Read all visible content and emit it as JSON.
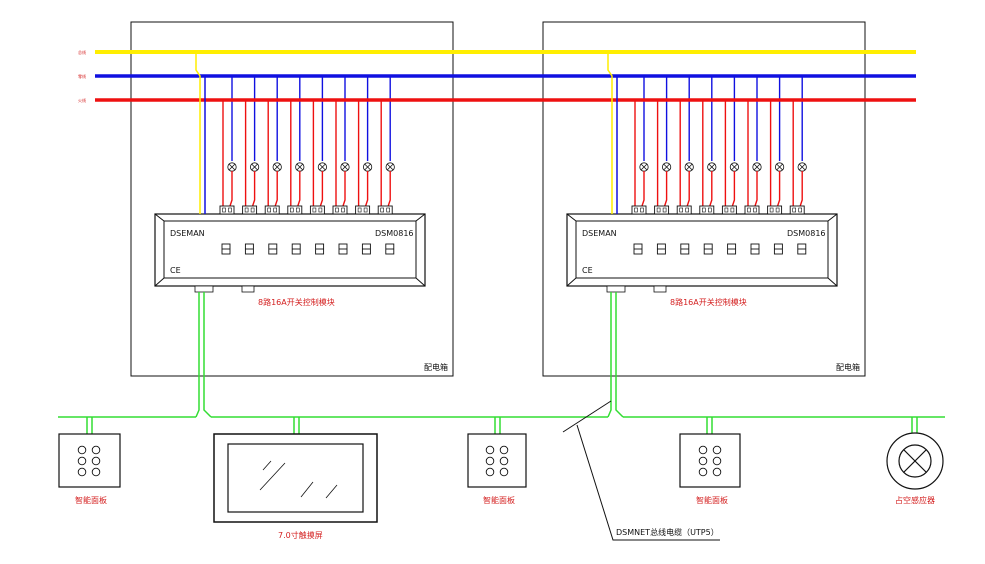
{
  "colors": {
    "bus_yellow": "#ffee00",
    "bus_blue": "#1010e0",
    "bus_red": "#ee1010",
    "network_green": "#33dd33",
    "label_red": "#d42020",
    "line_black": "#111111"
  },
  "bus_lines": [
    {
      "label": "总线",
      "color": "#ffee00"
    },
    {
      "label": "零线",
      "color": "#1010e0"
    },
    {
      "label": "火线",
      "color": "#ee1010"
    }
  ],
  "cabinets": [
    {
      "label": "配电箱",
      "module": {
        "brand": "DSEMAN",
        "model": "DSM0816",
        "mark": "CE",
        "caption": "8路16A开关控制模块",
        "channels": 8
      }
    },
    {
      "label": "配电箱",
      "module": {
        "brand": "DSEMAN",
        "model": "DSM0816",
        "mark": "CE",
        "caption": "8路16A开关控制模块",
        "channels": 8
      }
    }
  ],
  "devices": [
    {
      "type": "panel",
      "label": "智能面板",
      "icon": "six-button-panel-icon"
    },
    {
      "type": "screen",
      "label": "7.0寸触摸屏",
      "icon": "touch-screen-icon"
    },
    {
      "type": "panel",
      "label": "智能面板",
      "icon": "six-button-panel-icon"
    },
    {
      "type": "panel",
      "label": "智能面板",
      "icon": "six-button-panel-icon"
    },
    {
      "type": "sensor",
      "label": "占空感应器",
      "icon": "occupancy-sensor-icon"
    }
  ],
  "cable_label": "DSMNET总线电缆（UTP5）"
}
